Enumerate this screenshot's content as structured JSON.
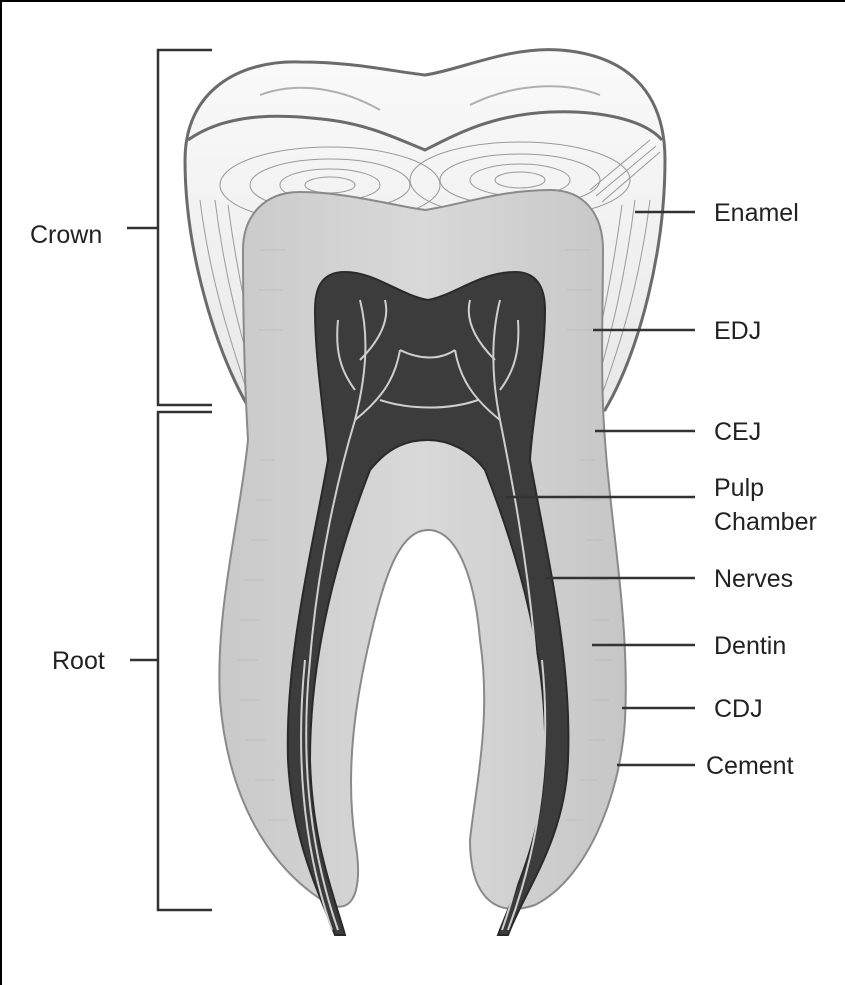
{
  "diagram": {
    "section_labels": {
      "crown": "Crown",
      "root": "Root"
    },
    "part_labels": {
      "enamel": "Enamel",
      "edj": "EDJ",
      "cej": "CEJ",
      "pulp_chamber_line1": "Pulp",
      "pulp_chamber_line2": "Chamber",
      "nerves": "Nerves",
      "dentin": "Dentin",
      "cdj": "CDJ",
      "cement": "Cement"
    }
  }
}
